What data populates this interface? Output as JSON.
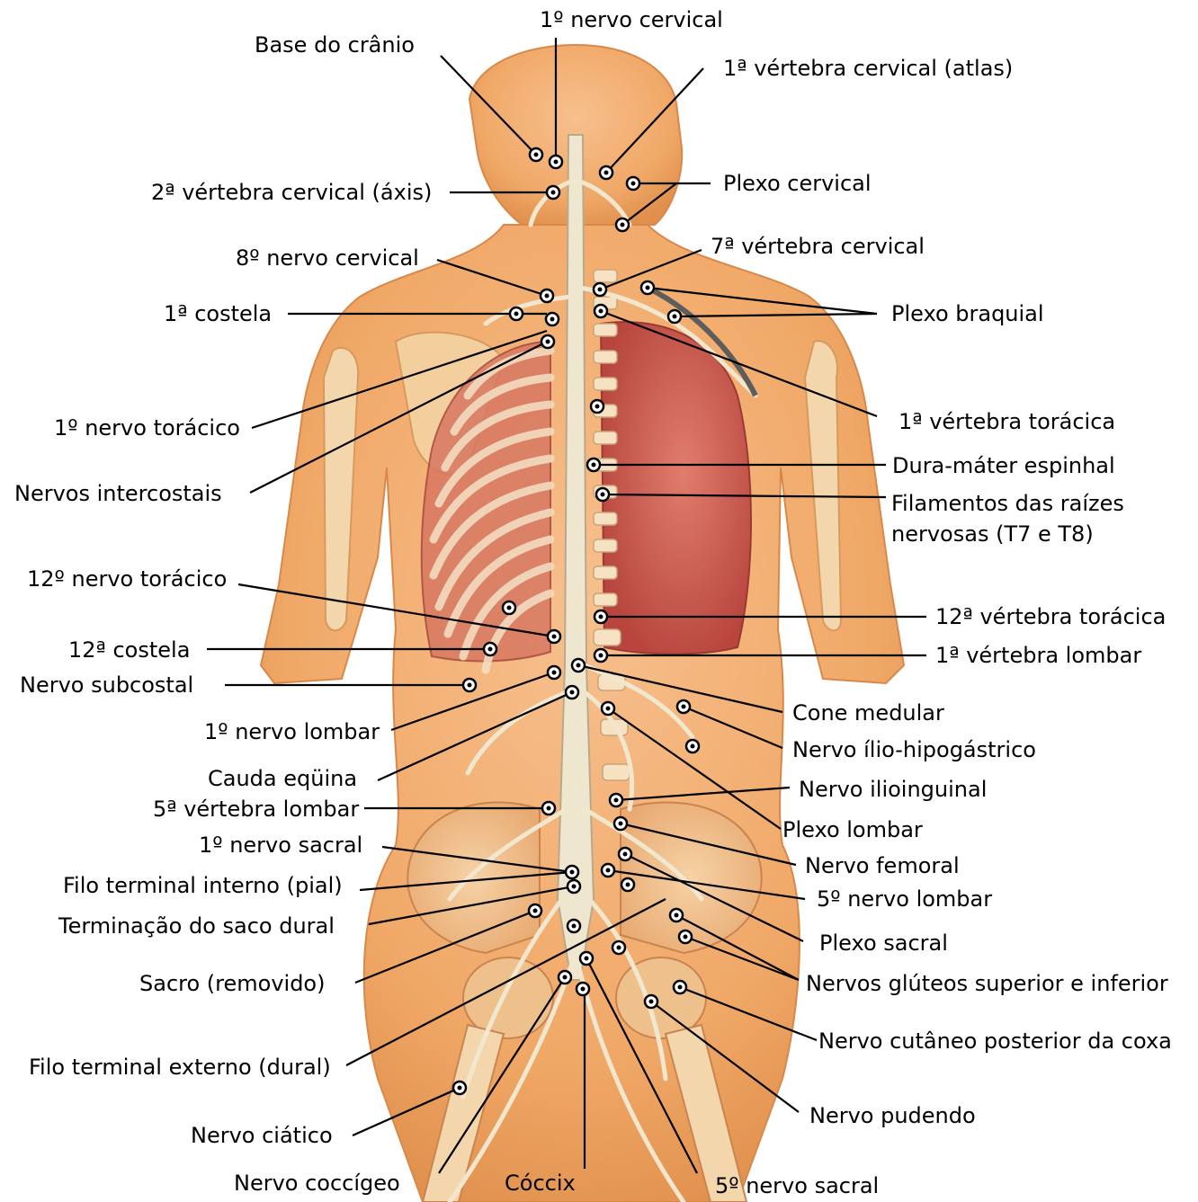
{
  "labels": {
    "n_cervical_1": "1º nervo cervical",
    "base_cranio": "Base do crânio",
    "vert_cervical_1": "1ª vértebra cervical (atlas)",
    "vert_cervical_2": "2ª vértebra cervical (áxis)",
    "plexo_cervical": "Plexo cervical",
    "n_cervical_8": "8º nervo cervical",
    "vert_cervical_7": "7ª vértebra cervical",
    "costela_1": "1ª costela",
    "plexo_braquial": "Plexo braquial",
    "n_toracico_1": "1º nervo torácico",
    "vert_toracica_1": "1ª vértebra torácica",
    "dura_mater": "Dura-máter espinhal",
    "nervos_intercostais": "Nervos intercostais",
    "filamentos_1": "Filamentos das raízes",
    "filamentos_2": "nervosas (T7 e T8)",
    "n_toracico_12": "12º nervo torácico",
    "vert_toracica_12": "12ª vértebra torácica",
    "costela_12": "12ª costela",
    "vert_lombar_1": "1ª vértebra lombar",
    "nervo_subcostal": "Nervo subcostal",
    "cone_medular": "Cone medular",
    "n_lombar_1": "1º nervo lombar",
    "ilio_hipogastrico": "Nervo ílio-hipogástrico",
    "cauda_equina": "Cauda eqüina",
    "ilioinguinal": "Nervo ilioinguinal",
    "vert_lombar_5": "5ª vértebra lombar",
    "plexo_lombar": "Plexo lombar",
    "n_sacral_1": "1º nervo sacral",
    "nervo_femoral": "Nervo femoral",
    "filo_interno": "Filo terminal interno (pial)",
    "n_lombar_5": "5º nervo lombar",
    "saco_dural": "Terminação do saco dural",
    "plexo_sacral": "Plexo sacral",
    "sacro": "Sacro (removido)",
    "gluteos": "Nervos glúteos superior e inferior",
    "cutaneo_coxa": "Nervo cutâneo posterior da coxa",
    "filo_externo": "Filo terminal externo (dural)",
    "nervo_pudendo": "Nervo pudendo",
    "nervo_ciatico": "Nervo ciático",
    "nervo_coccigeo": "Nervo coccígeo",
    "coccix": "Cóccix",
    "n_sacral_5": "5º nervo sacral"
  },
  "colors": {
    "skin": "#f3b27a",
    "skin_light": "#f8cfa3",
    "lung": "#c9554a",
    "bone": "#f2d9b8",
    "spinal_cord": "#efe6cf",
    "nerve": "#f1e7cf",
    "leader_line": "#000000",
    "background": "#ffffff"
  }
}
